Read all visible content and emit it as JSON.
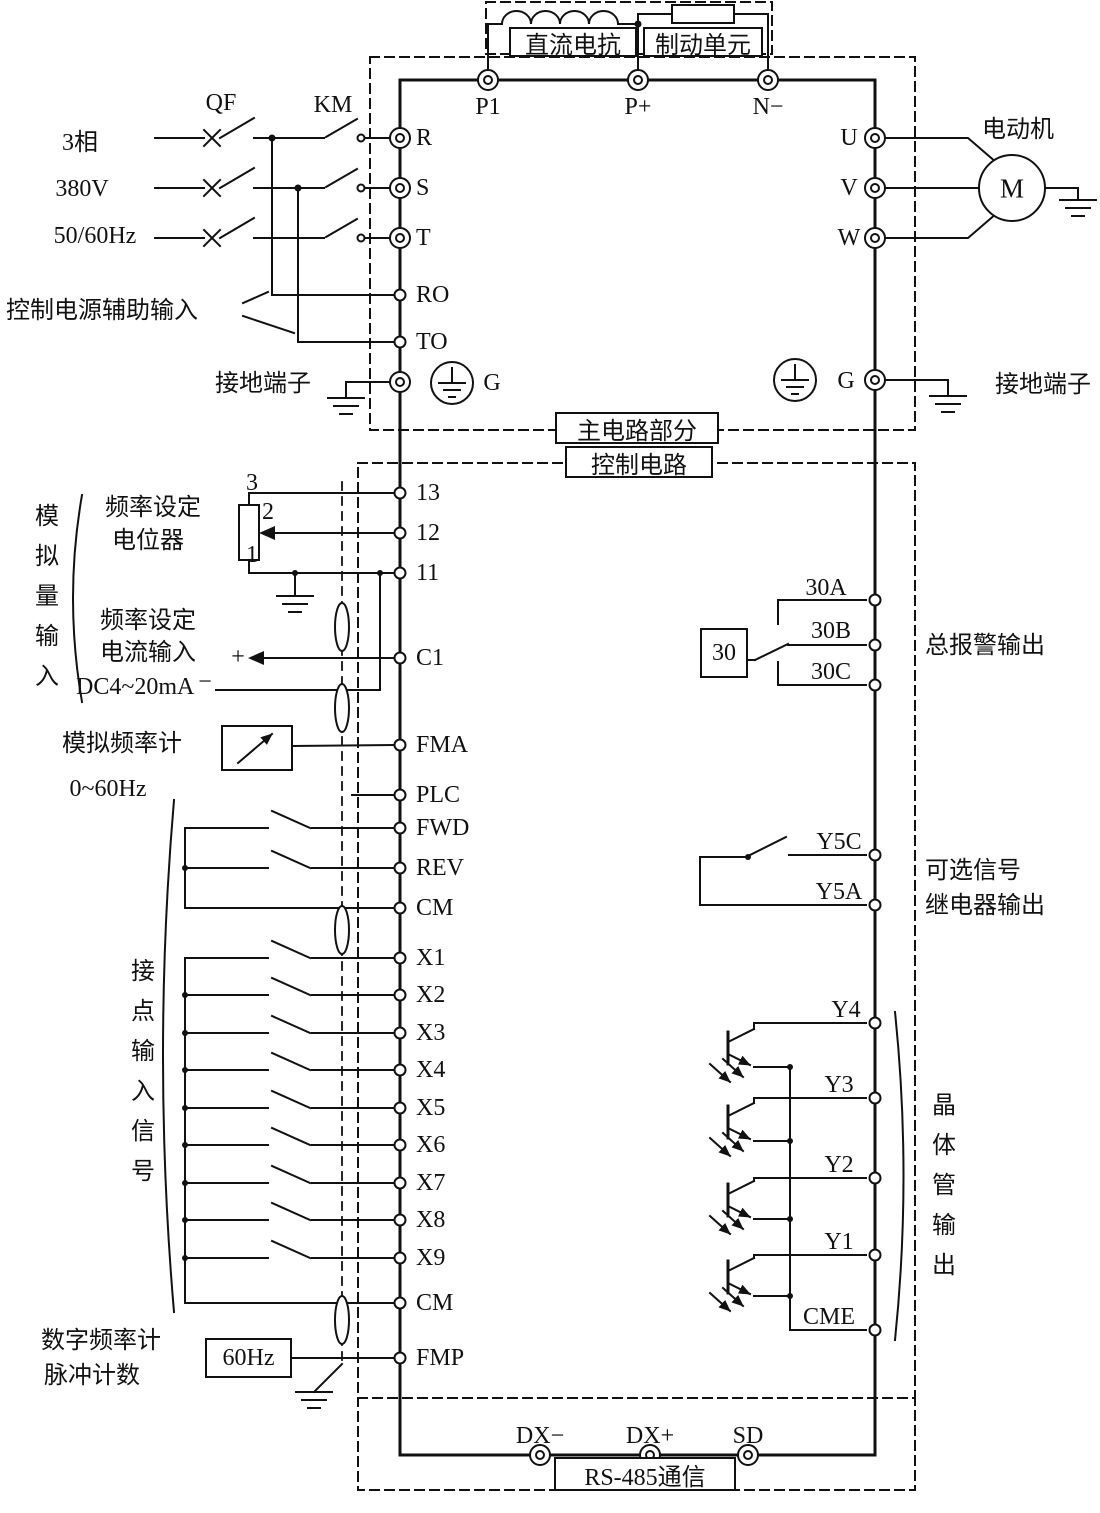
{
  "colors": {
    "line": "#111111",
    "background": "#ffffff"
  },
  "top": {
    "dc_reactor": "直流电抗",
    "brake_unit": "制动单元",
    "p1": "P1",
    "p_plus": "P+",
    "n_minus": "N−"
  },
  "power": {
    "phase": "3相",
    "voltage": "380V",
    "freq": "50/60Hz",
    "qf": "QF",
    "km": "KM",
    "r": "R",
    "s": "S",
    "t": "T",
    "ro": "RO",
    "to": "TO",
    "aux": "控制电源辅助输入",
    "ground_left": "接地端子",
    "g_left": "G"
  },
  "motor": {
    "u": "U",
    "v": "V",
    "w": "W",
    "label": "电动机",
    "m": "M",
    "g_right": "G",
    "ground_right": "接地端子"
  },
  "sections": {
    "main": "主电路部分",
    "control": "控制电路",
    "rs485": "RS-485通信"
  },
  "analog": {
    "group": "模拟量输入",
    "pot_line1": "频率设定",
    "pot_line2": "电位器",
    "pot3": "3",
    "pot2": "2",
    "pot1": "1",
    "cur_line1": "频率设定",
    "cur_line2": "电流输入",
    "cur_range": "DC4~20mA",
    "plus": "+",
    "minus": "−",
    "meter": "模拟频率计",
    "meter_range": "0~60Hz"
  },
  "left_terms": {
    "t13": "13",
    "t12": "12",
    "t11": "11",
    "c1": "C1",
    "fma": "FMA",
    "plc": "PLC",
    "fwd": "FWD",
    "rev": "REV",
    "cm1": "CM",
    "x1": "X1",
    "x2": "X2",
    "x3": "X3",
    "x4": "X4",
    "x5": "X5",
    "x6": "X6",
    "x7": "X7",
    "x8": "X8",
    "x9": "X9",
    "cm2": "CM",
    "fmp": "FMP"
  },
  "contact": {
    "group": "接点输入信号"
  },
  "digital": {
    "line1": "数字频率计",
    "line2": "脉冲计数",
    "hz": "60Hz"
  },
  "outputs": {
    "r30a": "30A",
    "r30b": "30B",
    "r30c": "30C",
    "relay": "30",
    "alarm": "总报警输出",
    "y5c": "Y5C",
    "y5a": "Y5A",
    "opt1": "可选信号",
    "opt2": "继电器输出",
    "y4": "Y4",
    "y3": "Y3",
    "y2": "Y2",
    "y1": "Y1",
    "cme": "CME",
    "group": "晶体管输出"
  },
  "comm": {
    "dx_minus": "DX−",
    "dx_plus": "DX+",
    "sd": "SD"
  }
}
